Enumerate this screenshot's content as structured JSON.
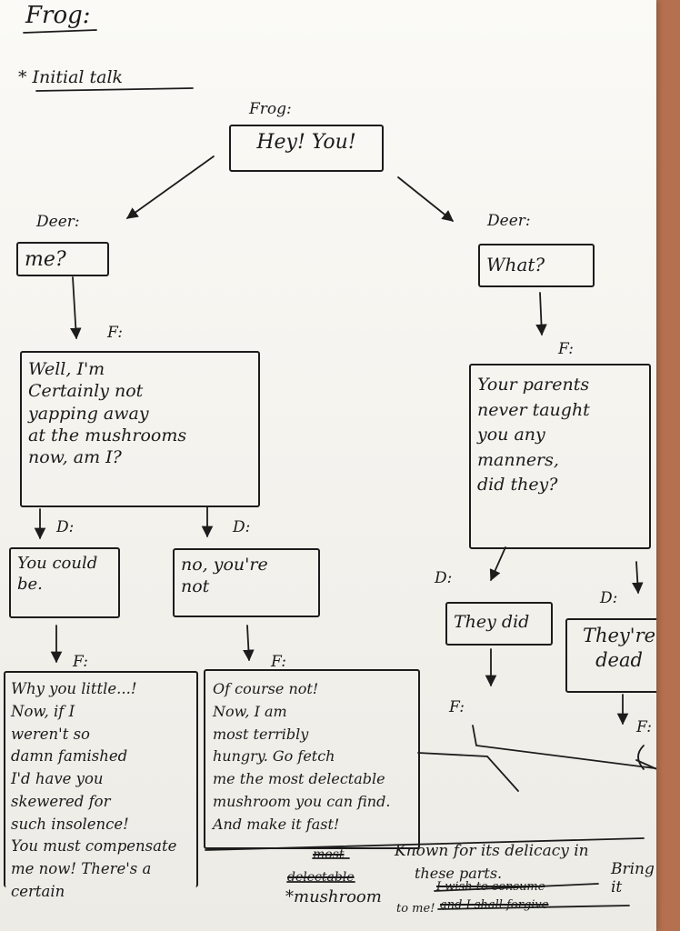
{
  "title": "Frog:",
  "section": "* Initial talk",
  "labels": {
    "frog_top": "Frog:",
    "deer_left": "Deer:",
    "deer_right": "Deer:",
    "f1": "F:",
    "f2": "F:",
    "d1": "D:",
    "d2": "D:",
    "f3": "F:",
    "f4": "F:",
    "d3": "D:",
    "d4": "D:",
    "f5": "F:",
    "f6": "F:"
  },
  "nodes": {
    "hey": "Hey! You!",
    "me": "me?",
    "what": "What?",
    "well": "Well, I'm\nCertainly not\nyapping away\nat the mushrooms\nnow, am I?",
    "parents": "Your parents\nnever taught\nyou any\nmanners,\ndid they?",
    "could": "You could\nbe.",
    "no": "no, you're\nnot",
    "didrep": "They did",
    "dead": "They're\ndead",
    "why": "Why you little...!\nNow, if I\nweren't so\ndamn famished\nI'd have you\nskewered for\nsuch insolence!\nYou must compensate\nme now! There's a certain",
    "course": "Of course not!\nNow, I am\nmost terribly\nhungry. Go fetch\nme the most delectable\nmushroom you can find. And make it fast!"
  },
  "notes": {
    "most_struck": "most",
    "delectable_struck": "delectable",
    "mushroom": "*mushroom",
    "known": "Known for its delicacy in",
    "these_parts": "these parts.",
    "struck_line1": "I wish to consume",
    "bring_it": "Bring it",
    "to_me": "to me!",
    "struck_line2": "and I shall forgive"
  },
  "colors": {
    "ink": "#1c1c1c",
    "paper": "#f7f6f1",
    "background": "#b5714f"
  }
}
